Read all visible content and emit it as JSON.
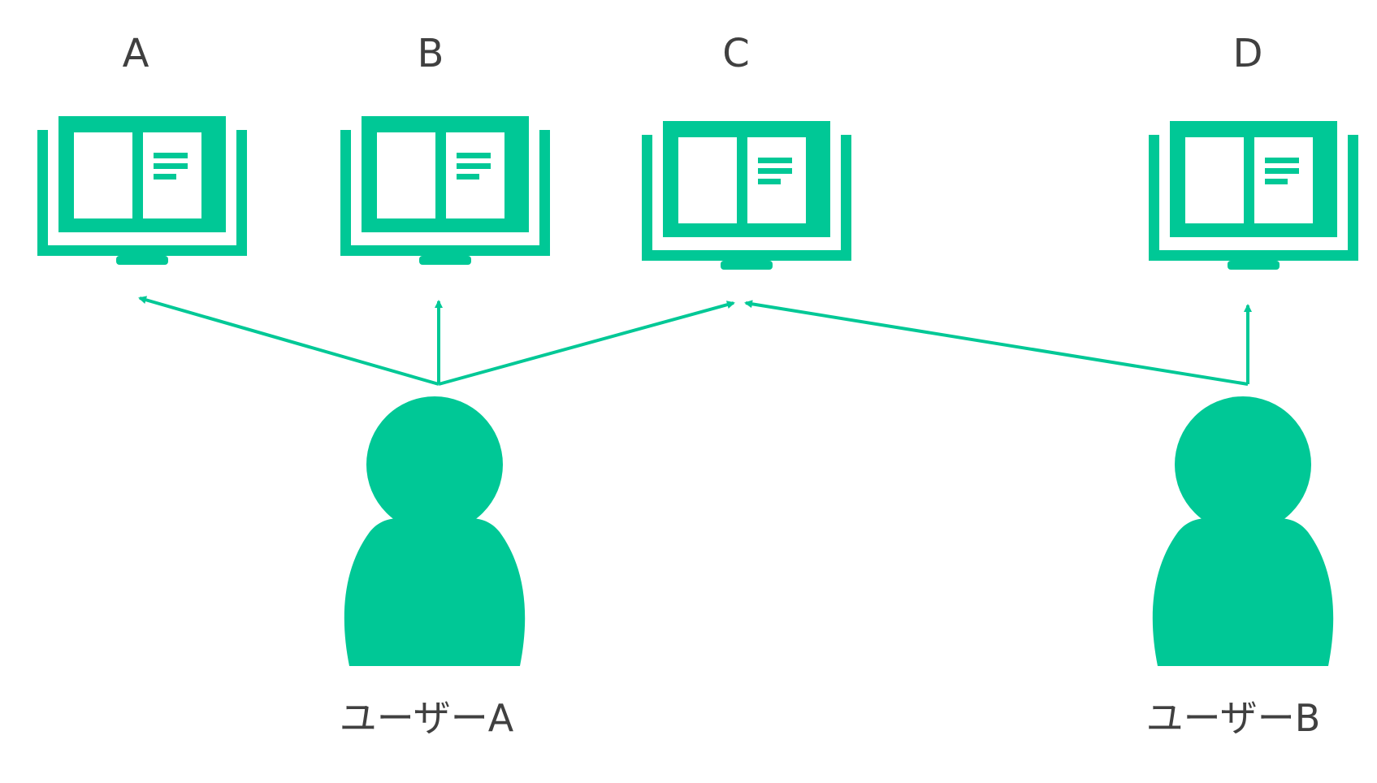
{
  "colors": {
    "accent": "#00C896",
    "text": "#404040",
    "background": "#FFFFFF"
  },
  "books": [
    {
      "id": "A",
      "label": "A",
      "icon": "book-icon"
    },
    {
      "id": "B",
      "label": "B",
      "icon": "book-icon"
    },
    {
      "id": "C",
      "label": "C",
      "icon": "book-icon"
    },
    {
      "id": "D",
      "label": "D",
      "icon": "book-icon"
    }
  ],
  "users": [
    {
      "id": "user-a",
      "label": "ユーザーA",
      "icon": "user-icon"
    },
    {
      "id": "user-b",
      "label": "ユーザーB",
      "icon": "user-icon"
    }
  ],
  "connections": [
    {
      "from": "user-a",
      "to": "A"
    },
    {
      "from": "user-a",
      "to": "B"
    },
    {
      "from": "user-a",
      "to": "C"
    },
    {
      "from": "user-b",
      "to": "C"
    },
    {
      "from": "user-b",
      "to": "D"
    }
  ]
}
